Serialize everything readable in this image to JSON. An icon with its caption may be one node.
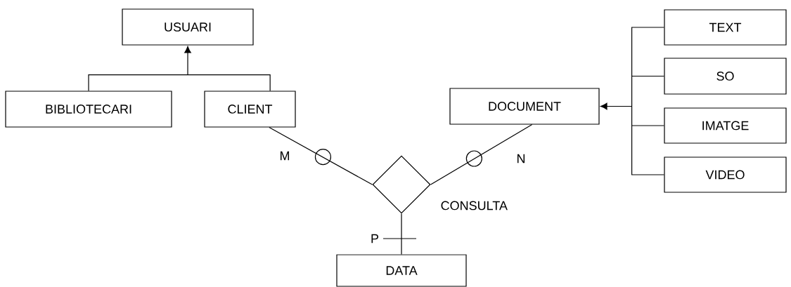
{
  "diagram": {
    "nodes": [
      {
        "text": [
          "USUARI"
        ]
      },
      {
        "text": [
          "BIBLIOTECARI"
        ]
      },
      {
        "text": [
          "CLIENT"
        ]
      },
      {
        "text": [
          "DOCUMENT"
        ]
      },
      {
        "text": [
          "TEXT"
        ]
      },
      {
        "text": [
          "SO"
        ]
      },
      {
        "text": [
          "IMATGE"
        ]
      },
      {
        "text": [
          "VIDEO"
        ]
      },
      {
        "text": [],
        "shape": "diamond",
        "beside": [
          "CONSULTA"
        ]
      },
      {
        "text": [
          "DATA"
        ]
      }
    ],
    "edges": [
      {
        "from": 1,
        "to": 0,
        "arrow": "to"
      },
      {
        "from": 2,
        "to": 0,
        "arrow": "to"
      },
      {
        "from": 4,
        "to": 3,
        "arrow": "to"
      },
      {
        "from": 5,
        "to": 3,
        "arrow": "to"
      },
      {
        "from": 6,
        "to": 3,
        "arrow": "to"
      },
      {
        "from": 7,
        "to": 3,
        "arrow": "to"
      },
      {
        "from": 2,
        "to": 8,
        "arrow": "none",
        "label": "M"
      },
      {
        "from": 3,
        "to": 8,
        "arrow": "none",
        "label": "N"
      },
      {
        "from": 9,
        "to": 8,
        "arrow": "none",
        "label": "P"
      }
    ]
  }
}
